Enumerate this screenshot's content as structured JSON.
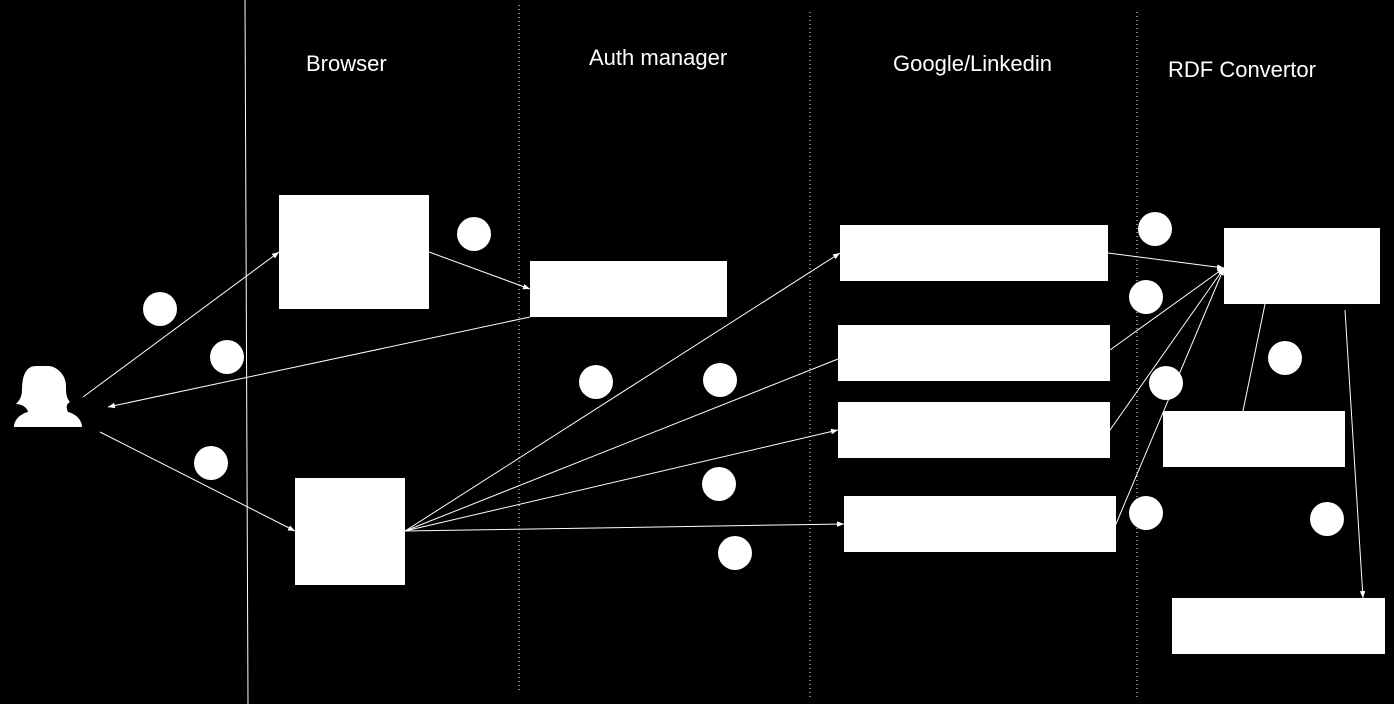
{
  "diagram": {
    "background": "#000000",
    "foreground": "#ffffff",
    "lanes": [
      {
        "id": "browser",
        "title": "Browser"
      },
      {
        "id": "auth",
        "title": "Auth manager"
      },
      {
        "id": "google",
        "title": "Google/Linkedin"
      },
      {
        "id": "rdf",
        "title": "RDF Convertor"
      }
    ],
    "actor": {
      "icon": "user-icon"
    }
  }
}
